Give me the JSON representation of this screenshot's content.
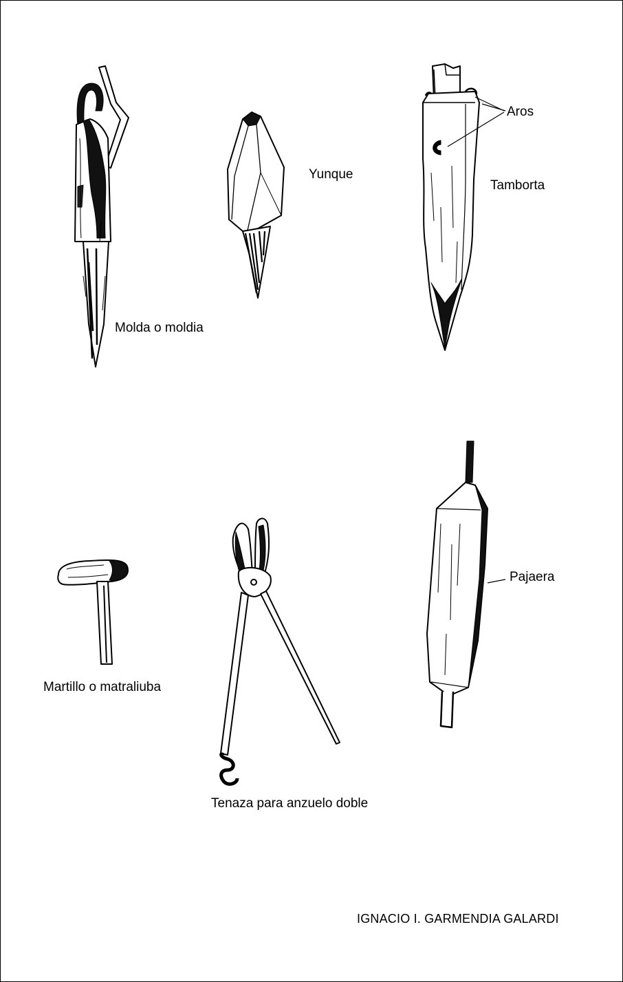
{
  "labels": {
    "molda": "Molda o moldia",
    "yunque": "Yunque",
    "aros": "Aros",
    "tamborta": "Tamborta",
    "martillo": "Martillo o matraliuba",
    "tenaza": "Tenaza para anzuelo doble",
    "pajaera": "Pajaera"
  },
  "author": "IGNACIO I. GARMENDIA GALARDI",
  "icons": [
    "molda-tool-illustration",
    "anvil-illustration",
    "tamborta-illustration",
    "hammer-illustration",
    "pliers-illustration",
    "pajaera-illustration"
  ]
}
